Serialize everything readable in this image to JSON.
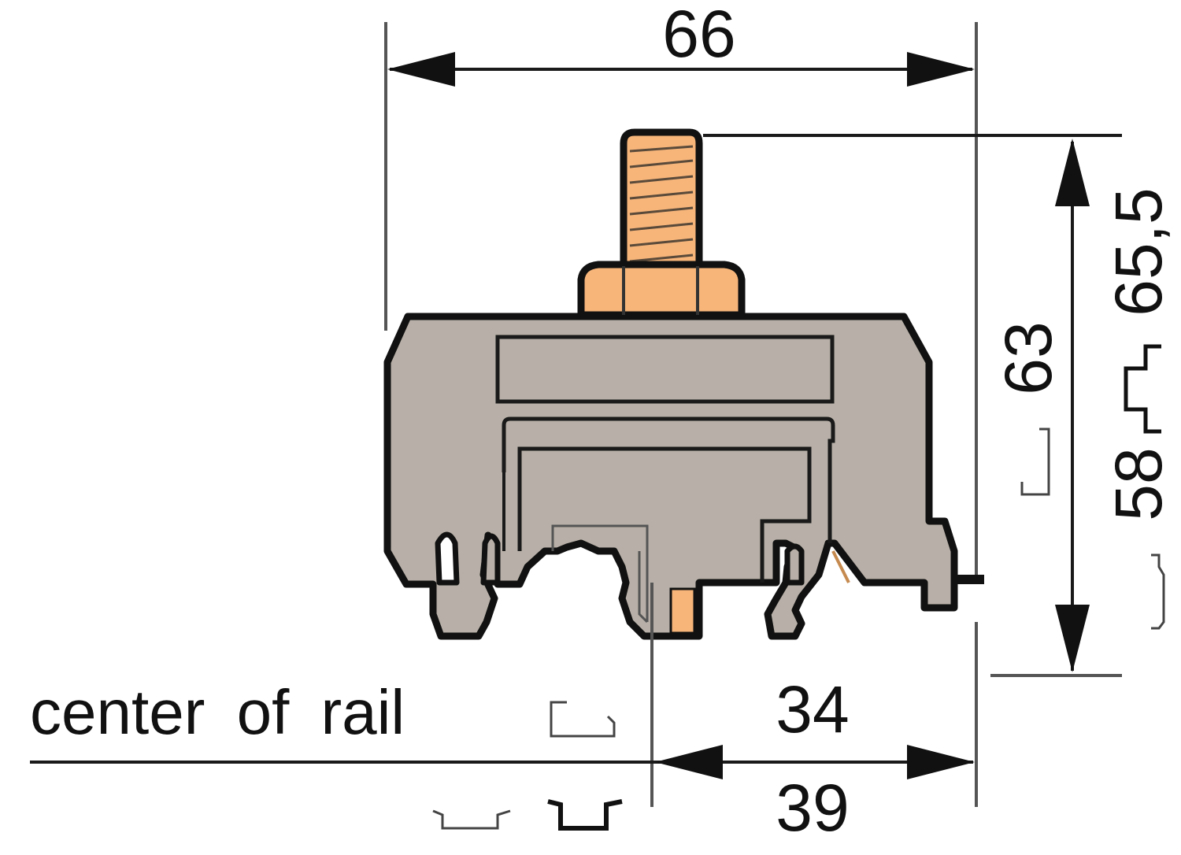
{
  "diagram": {
    "title": "Terminal block with stud connector on DIN rail - dimension drawing",
    "colors": {
      "housing": "#b8b0a8",
      "stud": "#f7b57a",
      "outline": "#111111",
      "background": "#ffffff"
    },
    "dimensions": {
      "width_top": "66",
      "height_63": "63",
      "height_58": "58",
      "height_65_5": "65,5",
      "depth_34": "34",
      "depth_39": "39"
    },
    "labels": {
      "center_of_rail": "center of rail"
    },
    "rail_symbols": [
      "top-hat-rail-15mm-symbol",
      "top-hat-rail-7.5mm-symbol",
      "g-rail-symbol"
    ]
  }
}
